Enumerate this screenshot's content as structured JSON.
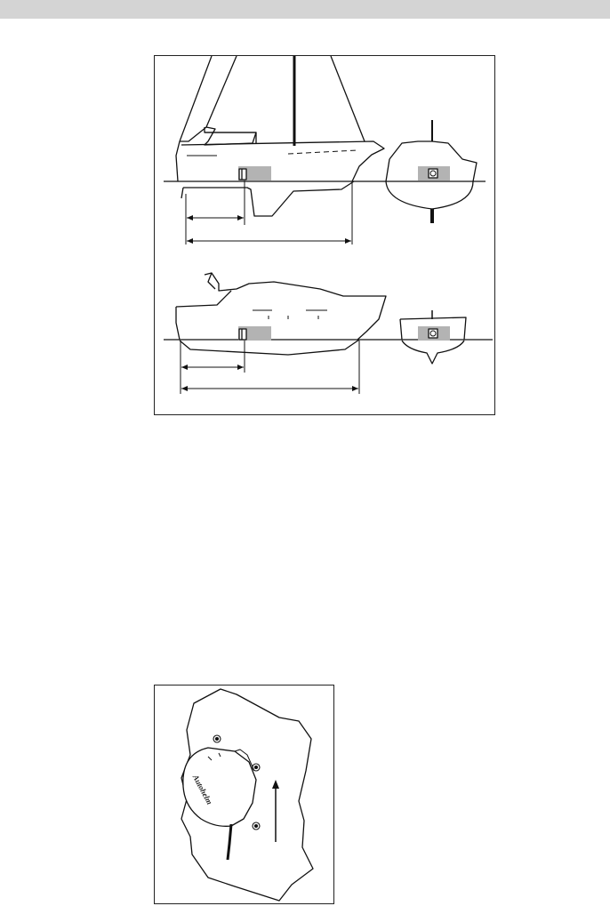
{
  "header": {
    "bar_color": "#d4d4d4"
  },
  "figures": {
    "boats": {
      "description_key": "sailboat-and-powerboat-transducer-placement",
      "highlight_color": "#b3b3b3"
    },
    "unit": {
      "brand_text": "Autohelm",
      "icon": "mounted-unit"
    }
  }
}
